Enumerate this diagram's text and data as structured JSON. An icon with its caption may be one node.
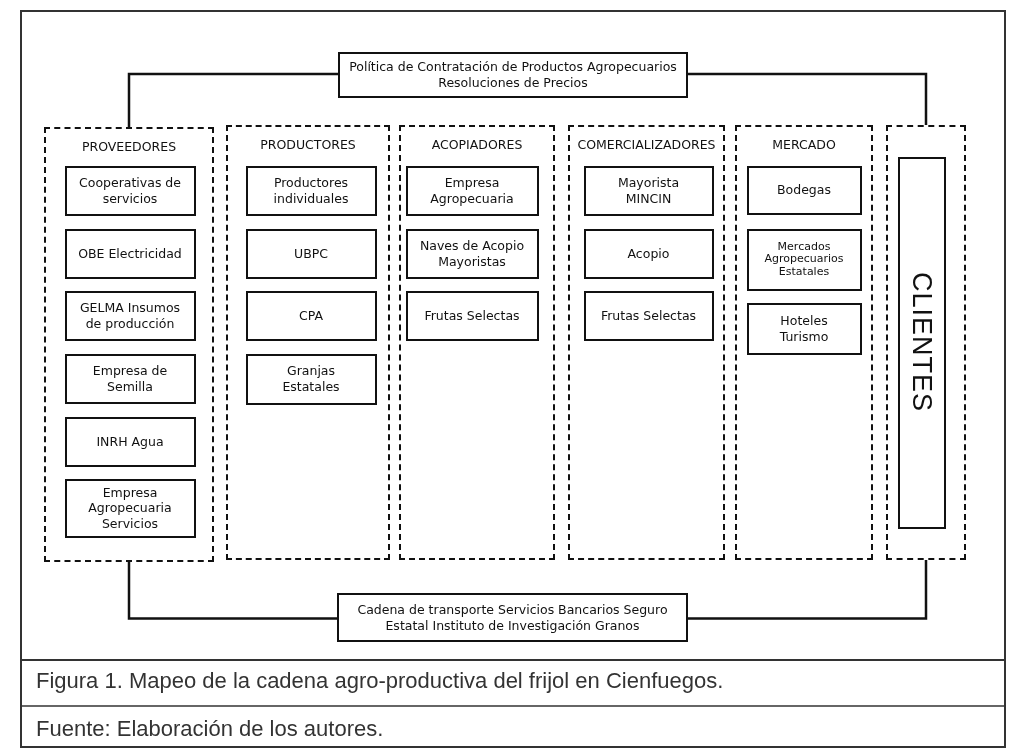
{
  "diagram": {
    "caption": "Figura 1. Mapeo de la cadena agro-productiva del frijol en Cienfuegos.",
    "nodes": [
      {
        "text": [
          "Política de Contratación de Productos Agropecuarios Resoluciones de Precios"
        ]
      },
      {
        "text": [
          "PROVEEDORES"
        ]
      },
      {
        "text": [
          "Cooperativas de servicios"
        ],
        "in": 1
      },
      {
        "text": [
          "OBE Electricidad"
        ],
        "in": 1
      },
      {
        "text": [
          "GELMA Insumos de producción"
        ],
        "in": 1
      },
      {
        "text": [
          "Empresa de Semilla"
        ],
        "in": 1
      },
      {
        "text": [
          "INRH Agua"
        ],
        "in": 1
      },
      {
        "text": [
          "Empresa Agropecuaria Servicios"
        ],
        "in": 1
      },
      {
        "text": [
          "PRODUCTORES"
        ]
      },
      {
        "text": [
          "Productores individuales"
        ],
        "in": 8
      },
      {
        "text": [
          "UBPC"
        ],
        "in": 8
      },
      {
        "text": [
          "CPA"
        ],
        "in": 8
      },
      {
        "text": [
          "Granjas Estatales"
        ],
        "in": 8
      },
      {
        "text": [
          "ACOPIADORES"
        ]
      },
      {
        "text": [
          "Empresa Agropecuaria"
        ],
        "in": 13
      },
      {
        "text": [
          "Naves de Acopio Mayoristas"
        ],
        "in": 13
      },
      {
        "text": [
          "Frutas Selectas"
        ],
        "in": 13
      },
      {
        "text": [
          "COMERCIALIZADORES"
        ]
      },
      {
        "text": [
          "Mayorista MINCIN"
        ],
        "in": 17
      },
      {
        "text": [
          "Acopio"
        ],
        "in": 17
      },
      {
        "text": [
          "Frutas Selectas"
        ],
        "in": 17
      },
      {
        "text": [
          "MERCADO"
        ]
      },
      {
        "text": [
          "Bodegas"
        ],
        "in": 21
      },
      {
        "text": [
          "Mercados Agropecuarios Estatales"
        ],
        "in": 21
      },
      {
        "text": [
          "Hoteles Turismo"
        ],
        "in": 21
      },
      {
        "text": [],
        "shape": "box"
      },
      {
        "text": [
          "CLIENTES"
        ],
        "in": 25
      },
      {
        "text": [
          "Cadena de transporte Servicios Bancarios Seguro Estatal Instituto de Investigación Granos"
        ]
      }
    ],
    "edges": [
      {
        "from": 0,
        "to": 1,
        "arrow": "none"
      },
      {
        "from": 0,
        "to": 25,
        "arrow": "none"
      },
      {
        "from": 27,
        "to": 1,
        "arrow": "none"
      },
      {
        "from": 27,
        "to": 25,
        "arrow": "none"
      }
    ],
    "labels": [
      "Fuente: Elaboración de los autores."
    ]
  }
}
